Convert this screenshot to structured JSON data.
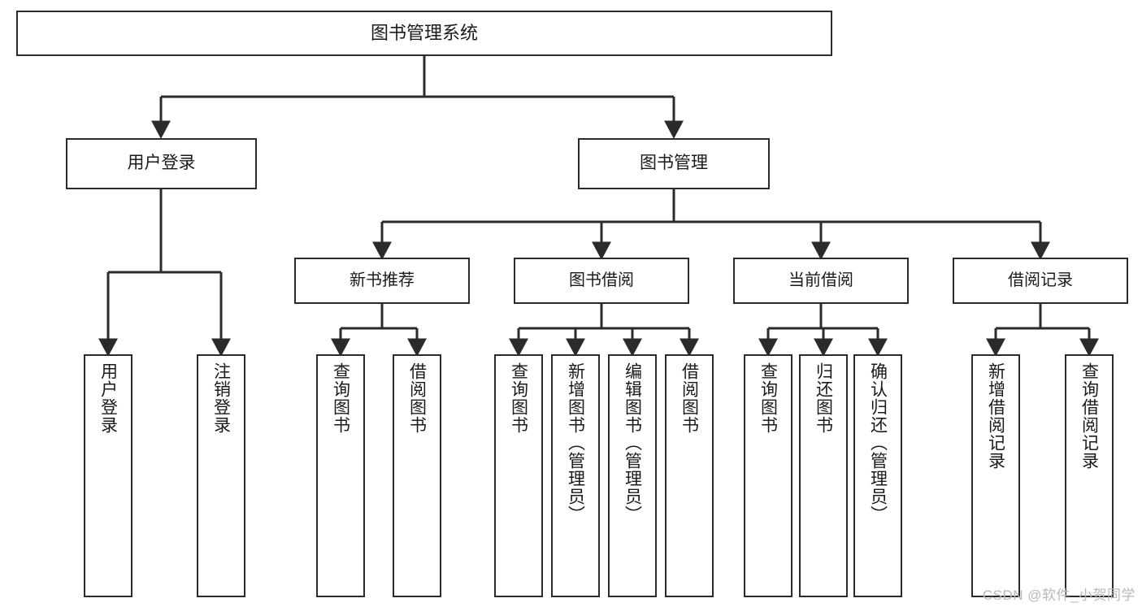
{
  "diagram": {
    "title": "图书管理系统",
    "watermark": "CSDN @软件_小贺同学",
    "stroke_color": "#2b2b2b",
    "fill_color": "#ffffff",
    "text_color": "#1a1a1a",
    "watermark_color": "#b9b9b9",
    "root": {
      "label": "图书管理系统"
    },
    "level2": [
      {
        "label": "用户登录"
      },
      {
        "label": "图书管理"
      }
    ],
    "level3": [
      {
        "label": "新书推荐"
      },
      {
        "label": "图书借阅"
      },
      {
        "label": "当前借阅"
      },
      {
        "label": "借阅记录"
      }
    ],
    "leaves": [
      {
        "label": "用户登录",
        "parent": "用户登录"
      },
      {
        "label": "注销登录",
        "parent": "用户登录"
      },
      {
        "label": "查询图书",
        "parent": "新书推荐"
      },
      {
        "label": "借阅图书",
        "parent": "新书推荐"
      },
      {
        "label": "查询图书",
        "parent": "图书借阅"
      },
      {
        "label": "新增图书（管理员）",
        "parent": "图书借阅"
      },
      {
        "label": "编辑图书（管理员）",
        "parent": "图书借阅"
      },
      {
        "label": "借阅图书",
        "parent": "图书借阅"
      },
      {
        "label": "查询图书",
        "parent": "当前借阅"
      },
      {
        "label": "归还图书",
        "parent": "当前借阅"
      },
      {
        "label": "确认归还（管理员）",
        "parent": "当前借阅"
      },
      {
        "label": "新增借阅记录",
        "parent": "借阅记录"
      },
      {
        "label": "查询借阅记录",
        "parent": "借阅记录"
      }
    ]
  }
}
